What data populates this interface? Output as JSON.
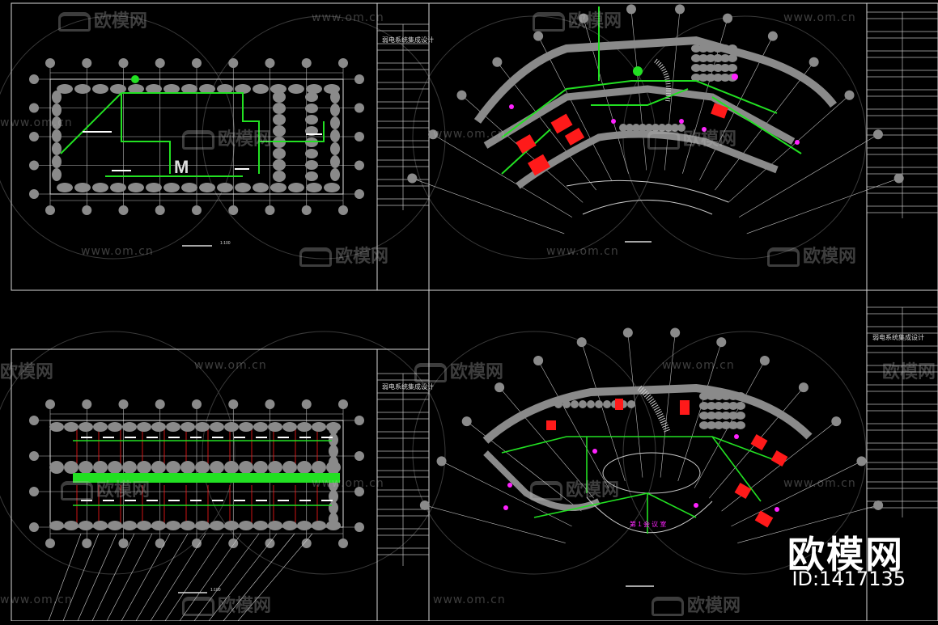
{
  "watermark": {
    "url": "www.om.cn",
    "logo_text": "欧模网"
  },
  "brand": {
    "name": "欧模网",
    "id_label": "ID:1417135"
  },
  "drawing": {
    "title_block_text": "弱电系统集成设计",
    "plan_scale": "1:100",
    "room_label": "第 1 会 议 室"
  },
  "colors": {
    "background": "#000000",
    "frame": "#d8d8d8",
    "axis": "#bdbdbd",
    "cable_green": "#22e022",
    "device_red": "#ff1a1a",
    "device_magenta": "#ff22ff",
    "wall_gray": "#8a8a8a"
  }
}
